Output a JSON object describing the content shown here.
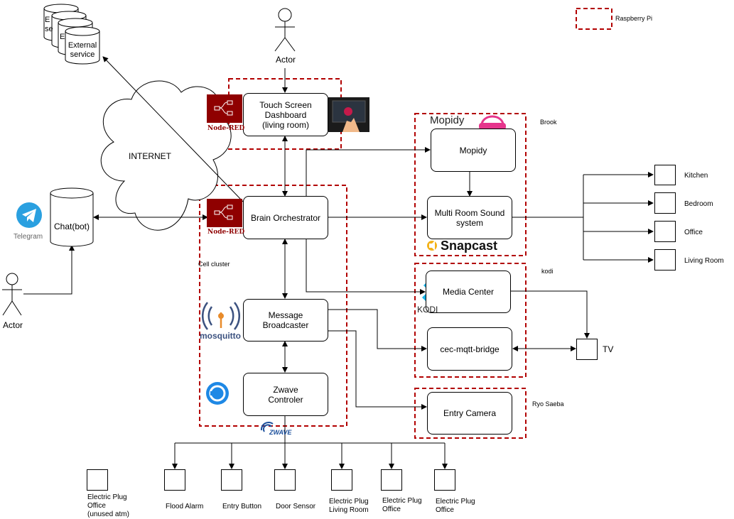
{
  "legend": {
    "label": "Raspberry Pi"
  },
  "groups": {
    "brook": "Brook",
    "kodi": "kodi",
    "ryo_saeba": "Ryo Saeba",
    "cell_cluster": "Cell cluster"
  },
  "actors": {
    "top": "Actor",
    "left": "Actor"
  },
  "internet": "INTERNET",
  "external_service": {
    "label": "External\nservice",
    "stack1": "E\nse",
    "stack2": "E\ns"
  },
  "chatbot": {
    "label": "Chat(bot)",
    "telegram": "Telegram"
  },
  "nodes": {
    "touch_screen": "Touch Screen\nDashboard\n(living room)",
    "brain": "Brain Orchestrator",
    "message_broadcaster": "Message\nBroadcaster",
    "zwave_controller": "Zwave\nControler",
    "mopidy": "Mopidy",
    "multi_room": "Multi Room Sound\nsystem",
    "media_center": "Media Center",
    "cec_bridge": "cec-mqtt-bridge",
    "entry_camera": "Entry Camera"
  },
  "logos": {
    "nodered": "Node-RED",
    "mopidy": "Mopidy",
    "snapcast": "Snapcast",
    "kodi": "KODI",
    "mosquitto": "mosquitto",
    "zwave": "ZWAVE"
  },
  "rooms": [
    "Kitchen",
    "Bedroom",
    "Office",
    "Living Room"
  ],
  "tv": "TV",
  "devices": {
    "unused": "Electric Plug\nOffice\n(unused atm)",
    "flood": "Flood Alarm",
    "entry_button": "Entry Button",
    "door": "Door Sensor",
    "plug_living": "Electric Plug\nLiving Room",
    "plug_office1": "Electric Plug\nOffice",
    "plug_office2": "Electric Plug\nOffice"
  },
  "colors": {
    "rpi_border": "#b20000",
    "nodered": "#8f0000",
    "telegram": "#2aa0e0",
    "kodi": "#17b2e7",
    "mosquitto": "#3c5280",
    "mopidy_pink": "#e6358c"
  }
}
